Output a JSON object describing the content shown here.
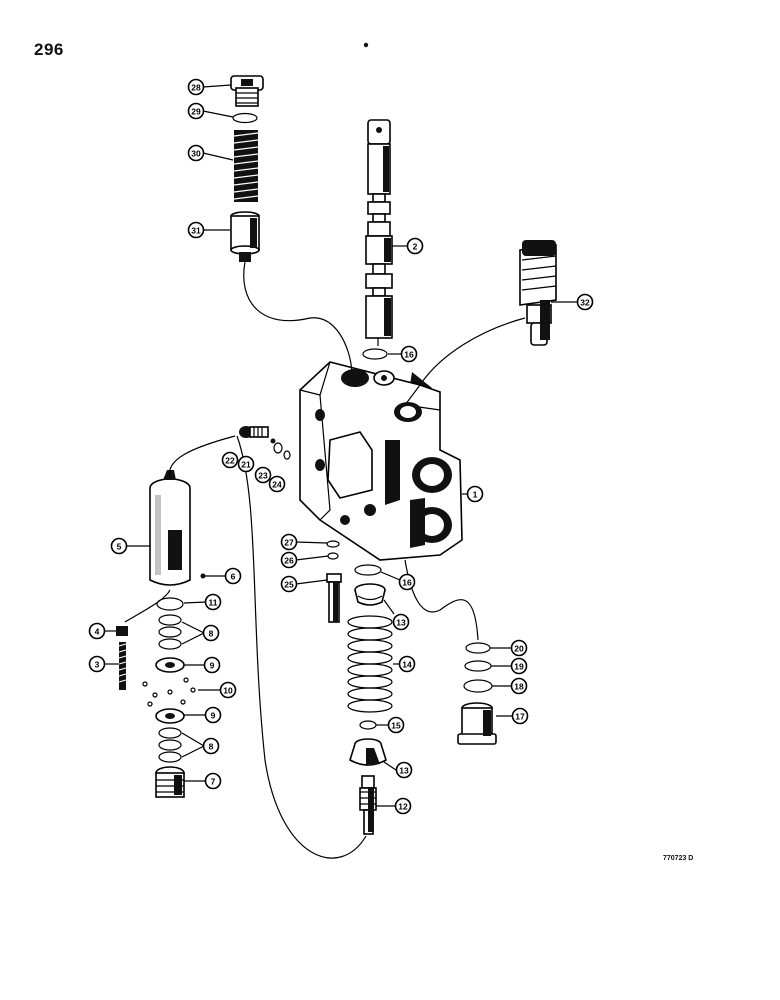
{
  "page_number": "296",
  "figure_code": "770723 D",
  "callouts": [
    {
      "id": "c28",
      "label": "28"
    },
    {
      "id": "c29",
      "label": "29"
    },
    {
      "id": "c30",
      "label": "30"
    },
    {
      "id": "c31",
      "label": "31"
    },
    {
      "id": "c2",
      "label": "2"
    },
    {
      "id": "c16a",
      "label": "16"
    },
    {
      "id": "c32",
      "label": "32"
    },
    {
      "id": "c22",
      "label": "22"
    },
    {
      "id": "c21",
      "label": "21"
    },
    {
      "id": "c23",
      "label": "23"
    },
    {
      "id": "c24",
      "label": "24"
    },
    {
      "id": "c1",
      "label": "1"
    },
    {
      "id": "c5",
      "label": "5"
    },
    {
      "id": "c6",
      "label": "6"
    },
    {
      "id": "c27",
      "label": "27"
    },
    {
      "id": "c26",
      "label": "26"
    },
    {
      "id": "c25",
      "label": "25"
    },
    {
      "id": "c16b",
      "label": "16"
    },
    {
      "id": "c13a",
      "label": "13"
    },
    {
      "id": "c11",
      "label": "11"
    },
    {
      "id": "c4",
      "label": "4"
    },
    {
      "id": "c8a",
      "label": "8"
    },
    {
      "id": "c3",
      "label": "3"
    },
    {
      "id": "c9a",
      "label": "9"
    },
    {
      "id": "c10",
      "label": "10"
    },
    {
      "id": "c14",
      "label": "14"
    },
    {
      "id": "c20",
      "label": "20"
    },
    {
      "id": "c19",
      "label": "19"
    },
    {
      "id": "c18",
      "label": "18"
    },
    {
      "id": "c9b",
      "label": "9"
    },
    {
      "id": "c15",
      "label": "15"
    },
    {
      "id": "c17",
      "label": "17"
    },
    {
      "id": "c8b",
      "label": "8"
    },
    {
      "id": "c13b",
      "label": "13"
    },
    {
      "id": "c7",
      "label": "7"
    },
    {
      "id": "c12",
      "label": "12"
    }
  ]
}
